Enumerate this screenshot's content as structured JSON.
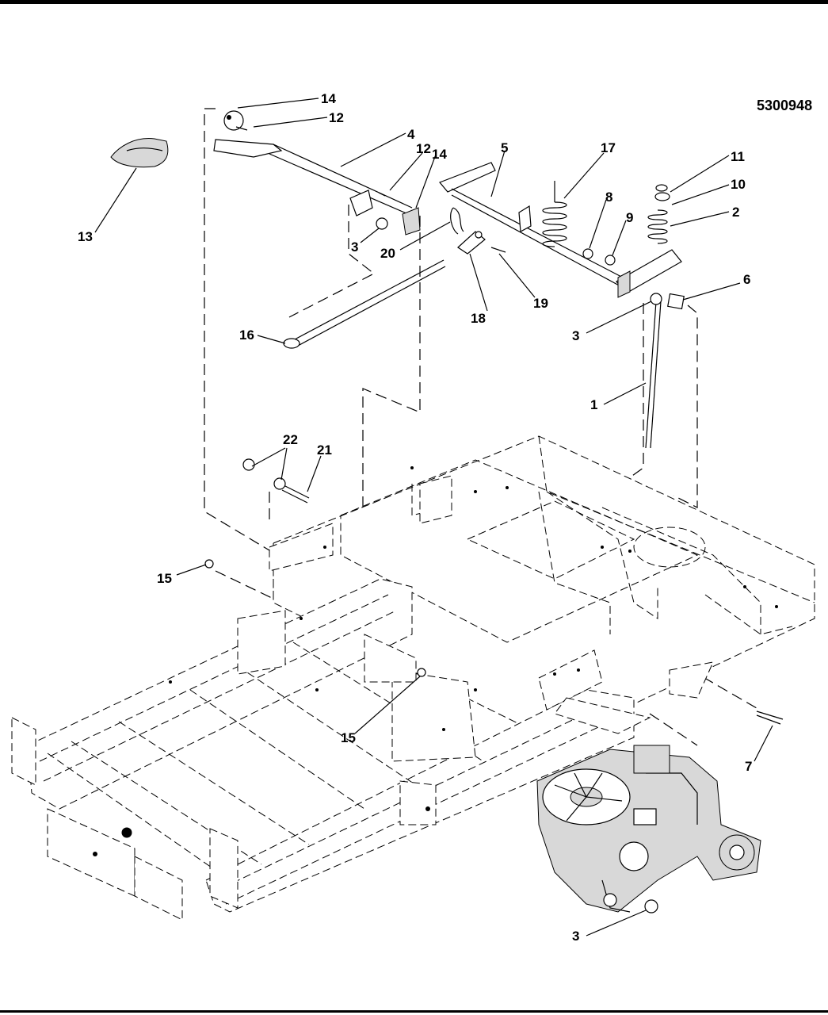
{
  "drawing_number": "5300948",
  "callouts": [
    {
      "id": "c14a",
      "text": "14"
    },
    {
      "id": "c12a",
      "text": "12"
    },
    {
      "id": "c4",
      "text": "4"
    },
    {
      "id": "c12b",
      "text": "12"
    },
    {
      "id": "c14b",
      "text": "14"
    },
    {
      "id": "c5",
      "text": "5"
    },
    {
      "id": "c17",
      "text": "17"
    },
    {
      "id": "c11",
      "text": "11"
    },
    {
      "id": "c10",
      "text": "10"
    },
    {
      "id": "c2",
      "text": "2"
    },
    {
      "id": "c8",
      "text": "8"
    },
    {
      "id": "c9",
      "text": "9"
    },
    {
      "id": "c13",
      "text": "13"
    },
    {
      "id": "c3a",
      "text": "3"
    },
    {
      "id": "c20",
      "text": "20"
    },
    {
      "id": "c19",
      "text": "19"
    },
    {
      "id": "c18",
      "text": "18"
    },
    {
      "id": "c6",
      "text": "6"
    },
    {
      "id": "c3b",
      "text": "3"
    },
    {
      "id": "c16",
      "text": "16"
    },
    {
      "id": "c1",
      "text": "1"
    },
    {
      "id": "c22",
      "text": "22"
    },
    {
      "id": "c21",
      "text": "21"
    },
    {
      "id": "c15a",
      "text": "15"
    },
    {
      "id": "c15b",
      "text": "15"
    },
    {
      "id": "c7",
      "text": "7"
    },
    {
      "id": "c3c",
      "text": "3"
    }
  ]
}
